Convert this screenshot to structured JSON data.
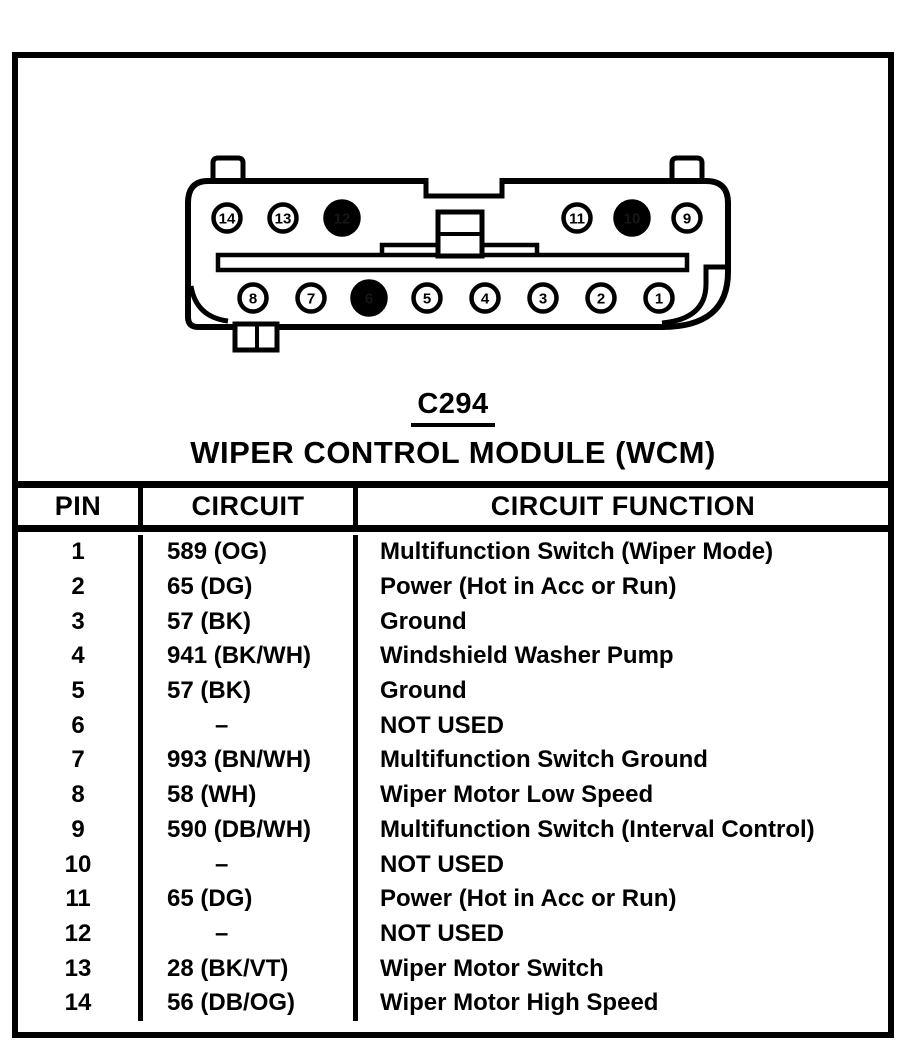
{
  "diagram": {
    "connector_id": "C294",
    "connector_name": "WIPER CONTROL MODULE (WCM)",
    "pins_top_row": [
      "14",
      "13",
      "12",
      "11",
      "10",
      "9"
    ],
    "pins_bottom_row": [
      "8",
      "7",
      "6",
      "5",
      "4",
      "3",
      "2",
      "1"
    ],
    "filled_pins": [
      "12",
      "10",
      "6"
    ]
  },
  "table": {
    "headers": [
      "PIN",
      "CIRCUIT",
      "CIRCUIT FUNCTION"
    ],
    "rows": [
      {
        "pin": "1",
        "circuit": "589 (OG)",
        "function": "Multifunction Switch (Wiper Mode)"
      },
      {
        "pin": "2",
        "circuit": "65 (DG)",
        "function": "Power (Hot in Acc or Run)"
      },
      {
        "pin": "3",
        "circuit": "57 (BK)",
        "function": "Ground"
      },
      {
        "pin": "4",
        "circuit": "941 (BK/WH)",
        "function": "Windshield Washer Pump"
      },
      {
        "pin": "5",
        "circuit": "57 (BK)",
        "function": "Ground"
      },
      {
        "pin": "6",
        "circuit": "–",
        "function": "NOT USED"
      },
      {
        "pin": "7",
        "circuit": "993 (BN/WH)",
        "function": "Multifunction Switch Ground"
      },
      {
        "pin": "8",
        "circuit": "58 (WH)",
        "function": "Wiper Motor Low Speed"
      },
      {
        "pin": "9",
        "circuit": "590 (DB/WH)",
        "function": "Multifunction Switch (Interval Control)"
      },
      {
        "pin": "10",
        "circuit": "–",
        "function": "NOT USED"
      },
      {
        "pin": "11",
        "circuit": "65 (DG)",
        "function": "Power (Hot in Acc or Run)"
      },
      {
        "pin": "12",
        "circuit": "–",
        "function": "NOT USED"
      },
      {
        "pin": "13",
        "circuit": "28 (BK/VT)",
        "function": "Wiper Motor Switch"
      },
      {
        "pin": "14",
        "circuit": "56 (DB/OG)",
        "function": "Wiper Motor High Speed"
      }
    ]
  },
  "colors": {
    "ink": "#000000",
    "paper": "#ffffff"
  }
}
